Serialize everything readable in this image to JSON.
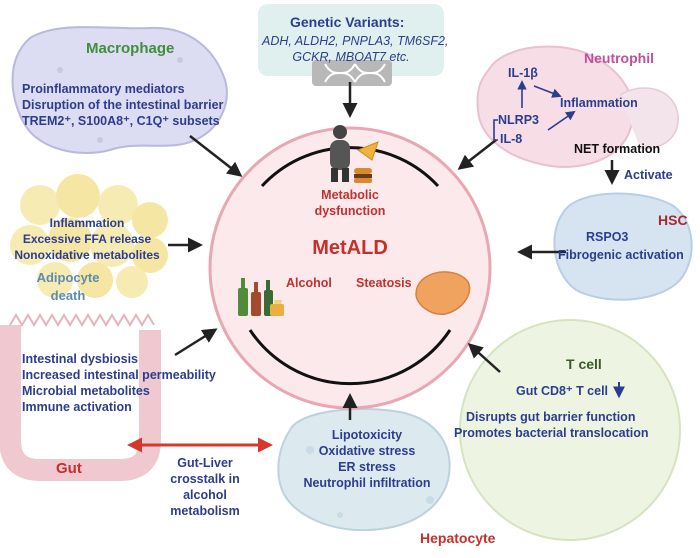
{
  "genetic": {
    "title": "Genetic Variants",
    "colon": ":",
    "line1": "ADH, ALDH2, PNPLA3, TM6SF2,",
    "line2": "GCKR, MBOAT7 etc."
  },
  "macrophage": {
    "title": "Macrophage",
    "line1": "Proinflammatory mediators",
    "line2": "Disruption of the intestinal barrier",
    "line3": "TREM2⁺, S100A8⁺, C1Q⁺ subsets"
  },
  "neutrophil": {
    "title": "Neutrophil",
    "il1b": "IL-1β",
    "inflammation": "Inflammation",
    "nlrp3": "NLRP3",
    "il8": "IL-8",
    "net": "NET formation",
    "activate": "Activate"
  },
  "hsc": {
    "title": "HSC",
    "line1": "RSPO3",
    "line2": "Fibrogenic activation"
  },
  "adipocyte": {
    "line1": "Inflammation",
    "line2": "Excessive FFA release",
    "line3": "Nonoxidative metabolites",
    "title1": "Adipocyte",
    "title2": "death"
  },
  "center": {
    "title": "MetALD",
    "metabolic1": "Metabolic",
    "metabolic2": "dysfunction",
    "alcohol": "Alcohol",
    "steatosis": "Steatosis"
  },
  "gut": {
    "line1": "Intestinal dysbiosis",
    "line2": "Increased intestinal permeability",
    "line3": "Microbial metabolites",
    "line4": "Immune activation",
    "title": "Gut",
    "cross1": "Gut-Liver",
    "cross2": "crosstalk in",
    "cross3": "alcohol",
    "cross4": "metabolism"
  },
  "tcell": {
    "title": "T cell",
    "gut_cd8": "Gut CD8⁺ T cell",
    "line1": "Disrupts gut barrier function",
    "line2": "Promotes bacterial translocation"
  },
  "hepatocyte": {
    "line1": "Lipotoxicity",
    "line2": "Oxidative stress",
    "line3": "ER stress",
    "line4": "Neutrophil infiltration",
    "title": "Hepatocyte"
  },
  "colors": {
    "text_blue": "#2c3d8f",
    "macrophage_green": "#3f8f3a",
    "neutrophil_pink": "#c0509a",
    "gut_red": "#c4302b",
    "center_red": "#c4302b",
    "center_fill": "#fbe9ec",
    "center_ring": "#e8a7b2"
  }
}
